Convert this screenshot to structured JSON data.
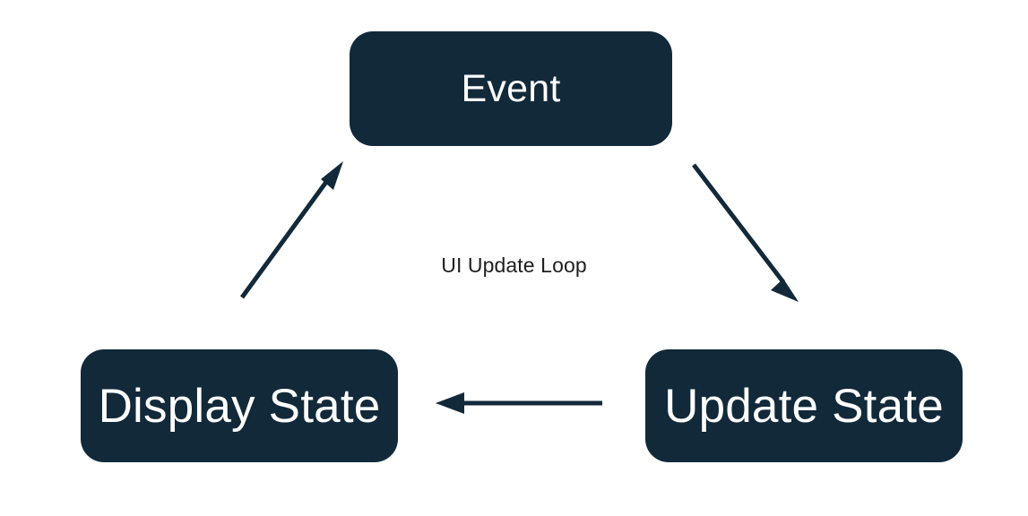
{
  "diagram": {
    "title": "UI Update Loop",
    "background_color": "#ffffff",
    "node_fill_color": "#12293a",
    "node_text_color": "#ffffff",
    "arrow_color": "#12293a",
    "caption_text_color": "#1e1e1e",
    "nodes": [
      {
        "id": "event",
        "label": "Event"
      },
      {
        "id": "update-state",
        "label": "Update State"
      },
      {
        "id": "display-state",
        "label": "Display State"
      }
    ],
    "caption": "UI Update Loop",
    "edges": [
      {
        "id": "event-to-update-state",
        "from": "Event",
        "to": "Update State",
        "direction": "down-right"
      },
      {
        "id": "update-state-to-display-state",
        "from": "Update State",
        "to": "Display State",
        "direction": "left"
      },
      {
        "id": "display-state-to-event",
        "from": "Display State",
        "to": "Event",
        "direction": "up-right"
      }
    ]
  }
}
